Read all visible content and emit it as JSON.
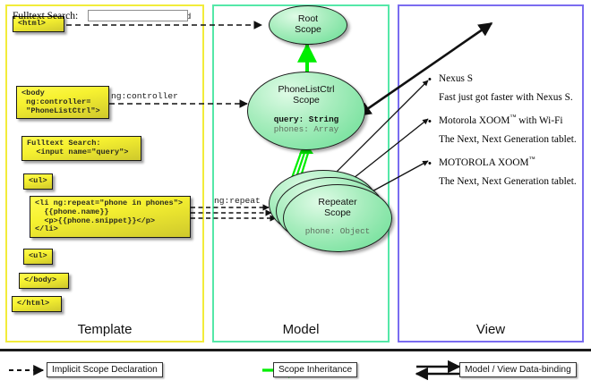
{
  "columns": [
    {
      "id": "template",
      "label": "Template",
      "border_color": "#f2ec3a"
    },
    {
      "id": "model",
      "label": "Model",
      "border_color": "#55e8a8"
    },
    {
      "id": "view",
      "label": "View",
      "border_color": "#7a6cf0"
    }
  ],
  "template": {
    "boxes": [
      {
        "name": "html-open-tag",
        "text": "<html>"
      },
      {
        "name": "body-tag",
        "text": "<body\n ng:controller=\n \"PhoneListCtrl\">"
      },
      {
        "name": "search-input-markup",
        "text": "Fulltext Search:\n  <input name=\"query\">"
      },
      {
        "name": "ul-open-tag",
        "text": "<ul>"
      },
      {
        "name": "li-ngrepeat",
        "text": "<li ng:repeat=\"phone in phones\">\n  {{phone.name}}\n  <p>{{phone.snippet}}</p>\n</li>"
      },
      {
        "name": "ul-close-tag",
        "text": "<ul>"
      },
      {
        "name": "body-close-tag",
        "text": "</body>"
      },
      {
        "name": "html-close-tag",
        "text": "</html>"
      }
    ]
  },
  "model": {
    "scopes": [
      {
        "name": "root-scope",
        "title": "Root\nScope",
        "props": []
      },
      {
        "name": "phonelistctrl-scope",
        "title": "PhoneListCtrl\nScope",
        "props": [
          {
            "text": "query: String",
            "bold": true
          },
          {
            "text": "phones: Array",
            "bold": false
          }
        ]
      },
      {
        "name": "repeater-scope",
        "title": "Repeater\nScope",
        "props": [
          {
            "text": "phone: Object",
            "bold": false
          }
        ]
      }
    ]
  },
  "view": {
    "search_label": "Fulltext Search:",
    "search_value": "",
    "phones": [
      {
        "name": "Nexus S",
        "sup": "",
        "suffix": "",
        "snippet": "Fast just got faster with Nexus S."
      },
      {
        "name": "Motorola XOOM",
        "sup": "™",
        "suffix": " with Wi-Fi",
        "snippet": "The Next, Next Generation tablet."
      },
      {
        "name": "MOTOROLA XOOM",
        "sup": "™",
        "suffix": "",
        "snippet": "The Next, Next Generation tablet."
      }
    ]
  },
  "connectors": [
    {
      "name": "ng-autobind-label",
      "text": "ng:autobind"
    },
    {
      "name": "ng-controller-label",
      "text": "ng:controller"
    },
    {
      "name": "ng-repeat-label",
      "text": "ng:repeat"
    }
  ],
  "legend": [
    {
      "name": "legend-implicit-scope-declaration",
      "label": "Implicit Scope Declaration",
      "arrow": "dashed-black"
    },
    {
      "name": "legend-scope-inheritance",
      "label": "Scope Inheritance",
      "arrow": "solid-green"
    },
    {
      "name": "legend-data-binding",
      "label": "Model / View Data-binding",
      "arrow": "double-black"
    }
  ],
  "colors": {
    "template_border": "#f2ec3a",
    "model_border": "#55e8a8",
    "view_border": "#7a6cf0",
    "scope_green": "#66dd92",
    "inheritance_green": "#00ee00",
    "box_yellow": "#f6f130"
  }
}
